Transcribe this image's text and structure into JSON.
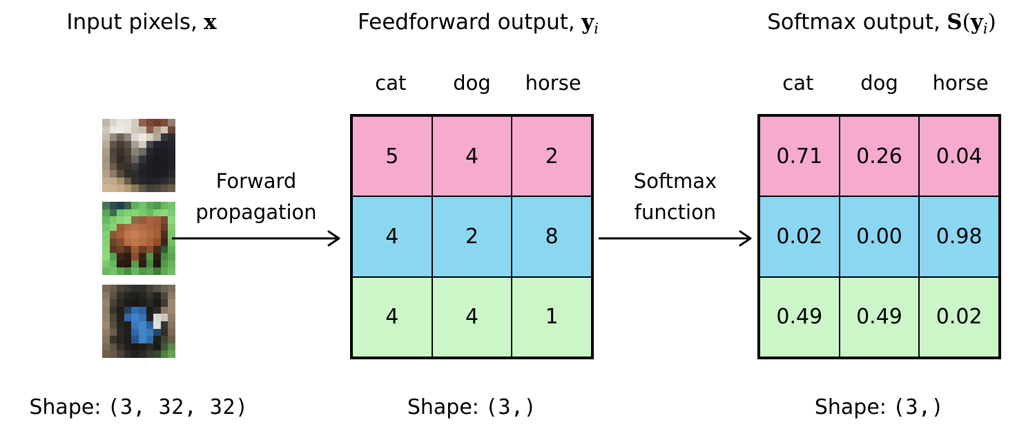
{
  "titles": {
    "input": {
      "prefix": "Input pixels,",
      "bold": "x"
    },
    "feedforward": {
      "prefix": "Feedforward output,",
      "bold": "y",
      "sub": "i"
    },
    "softmax": {
      "prefix": "Softmax output,",
      "bold_s": "S",
      "paren_open": "(",
      "bold_y": "y",
      "sub": "i",
      "paren_close": ")"
    }
  },
  "column_headers": [
    "cat",
    "dog",
    "horse"
  ],
  "arrows": {
    "forward": {
      "line1": "Forward",
      "line2": "propagation"
    },
    "softmax": {
      "line1": "Softmax",
      "line2": "function"
    }
  },
  "tables": {
    "feedforward": {
      "rows": [
        [
          "5",
          "4",
          "2"
        ],
        [
          "4",
          "2",
          "8"
        ],
        [
          "4",
          "4",
          "1"
        ]
      ]
    },
    "softmax": {
      "rows": [
        [
          "0.71",
          "0.26",
          "0.04"
        ],
        [
          "0.02",
          "0.00",
          "0.98"
        ],
        [
          "0.49",
          "0.49",
          "0.02"
        ]
      ]
    }
  },
  "colors": {
    "row1_pink": "#f6abce",
    "row2_blue": "#8bd7f2",
    "row3_green": "#ccf6c8",
    "line": "#000000"
  },
  "shape_labels": {
    "input": {
      "label": "Shape:",
      "tuple": "(3, 32, 32)"
    },
    "feedforward": {
      "label": "Shape:",
      "tuple": "(3,)"
    },
    "softmax": {
      "label": "Shape:",
      "tuple": "(3,)"
    }
  },
  "images": [
    {
      "name": "cat-input-image",
      "pixels": [
        [
          "#beb6a9",
          "#d9d5cc",
          "#e7e5de",
          "#e6e3db",
          "#d3ccc0",
          "#91604a",
          "#7b4734",
          "#6f3e2e",
          "#7e4b38",
          "#8e8173"
        ],
        [
          "#cdc7bd",
          "#e8e6e0",
          "#efece6",
          "#e7e3db",
          "#d2c8ba",
          "#c9bead",
          "#8a5a44",
          "#ab9c8a",
          "#d2c7b7",
          "#6e4733"
        ],
        [
          "#c4bbae",
          "#968c7c",
          "#6e6456",
          "#8f867c",
          "#dcd8d0",
          "#ece9e3",
          "#d5cec2",
          "#b3a694",
          "#35363b",
          "#2a2b31"
        ],
        [
          "#b7ab99",
          "#5f564a",
          "#453e35",
          "#5a5146",
          "#a69e92",
          "#d2ccc2",
          "#43444a",
          "#232429",
          "#1f2026",
          "#232430"
        ],
        [
          "#a99c88",
          "#4e463c",
          "#39332c",
          "#4d453c",
          "#8a8278",
          "#6e6a64",
          "#26272d",
          "#1d1e24",
          "#1c1d23",
          "#212229"
        ],
        [
          "#a39581",
          "#55493c",
          "#2f2a24",
          "#423b33",
          "#6b655c",
          "#32333a",
          "#1f2026",
          "#1b1c22",
          "#1b1c22",
          "#202128"
        ],
        [
          "#a8977f",
          "#6b5c4a",
          "#3a342c",
          "#35302a",
          "#3c3a38",
          "#25262c",
          "#1d1e24",
          "#1a1b21",
          "#1b1c22",
          "#212229"
        ],
        [
          "#b2a188",
          "#8d7b64",
          "#55493a",
          "#2e2a26",
          "#2b2c30",
          "#202127",
          "#1c1d23",
          "#1b1c22",
          "#1d1e24",
          "#272830"
        ],
        [
          "#c3ae92",
          "#c0aa8c",
          "#a8916f",
          "#6b5c48",
          "#32302e",
          "#242429",
          "#202126",
          "#232328",
          "#2b2a2e",
          "#3a372f"
        ],
        [
          "#cdb795",
          "#ccb491",
          "#c4ab85",
          "#b49a74",
          "#8d7a5c",
          "#5e5444",
          "#46413a",
          "#4a463c",
          "#5a5244",
          "#6b5f4b"
        ]
      ]
    },
    {
      "name": "horse-input-image",
      "pixels": [
        [
          "#4a7350",
          "#2f4f55",
          "#263f47",
          "#3d5e49",
          "#62b05e",
          "#6fc468",
          "#5aa857",
          "#4e9850",
          "#68b863",
          "#74c66b"
        ],
        [
          "#58a558",
          "#3d6b4e",
          "#72c46c",
          "#7dd072",
          "#82d573",
          "#78c96c",
          "#6bbb62",
          "#84d377",
          "#8ed97f",
          "#7ccb6f"
        ],
        [
          "#66bb62",
          "#7ccd6f",
          "#8ad97a",
          "#96e084",
          "#8a6a4e",
          "#9a5a36",
          "#aa6440",
          "#a25c3a",
          "#7a4830",
          "#8ed97f"
        ],
        [
          "#74c76a",
          "#86d476",
          "#9b5c38",
          "#b06a42",
          "#b8714a",
          "#b26c44",
          "#aa6440",
          "#9c5c3a",
          "#6b3f28",
          "#82cd72"
        ],
        [
          "#7ecf70",
          "#8a5a3a",
          "#a86038",
          "#c07a50",
          "#c68054",
          "#bc7448",
          "#b26a40",
          "#a66036",
          "#4e2e1e",
          "#76c86c"
        ],
        [
          "#84d275",
          "#6e452c",
          "#8a4e2e",
          "#b86e44",
          "#c07649",
          "#b87046",
          "#ac6238",
          "#964f2c",
          "#3f2517",
          "#6fbf63"
        ],
        [
          "#8ad678",
          "#5a3a26",
          "#6b3f28",
          "#4e2e1e",
          "#a05c36",
          "#6b3f28",
          "#8a4e2e",
          "#42281a",
          "#355a35",
          "#62b058"
        ],
        [
          "#90da7c",
          "#58a04e",
          "#3a2417",
          "#2e1c12",
          "#8a4e2e",
          "#3a2416",
          "#52964a",
          "#2e1c12",
          "#478e42",
          "#5aa552"
        ],
        [
          "#7cc96e",
          "#68b65e",
          "#2b1a10",
          "#241610",
          "#5a9a50",
          "#2e1c12",
          "#448a40",
          "#241610",
          "#549a4c",
          "#66b45c"
        ],
        [
          "#6ab861",
          "#74c168",
          "#5ca654",
          "#478e44",
          "#68b65e",
          "#52964a",
          "#5ca052",
          "#3f7e3c",
          "#60a856",
          "#70bc64"
        ]
      ]
    },
    {
      "name": "dog-input-image",
      "pixels": [
        [
          "#7a6a56",
          "#6b5c4a",
          "#4a4238",
          "#3a3a34",
          "#2e2e2a",
          "#303028",
          "#424038",
          "#565048",
          "#6b6456",
          "#7c6f5c"
        ],
        [
          "#8a7a64",
          "#5f5444",
          "#35302a",
          "#26241f",
          "#1f1e1b",
          "#242420",
          "#36342c",
          "#23221e",
          "#4e4840",
          "#8a7c66"
        ],
        [
          "#96846c",
          "#4a4236",
          "#2b2824",
          "#1d1c18",
          "#191815",
          "#1f1e1a",
          "#2a2926",
          "#1b1a17",
          "#3f3a32",
          "#9a8a70"
        ],
        [
          "#8f7e66",
          "#3a342c",
          "#201f1b",
          "#26405c",
          "#2e6eb0",
          "#2a62a0",
          "#1d1c18",
          "#2a2a28",
          "#8a7a62",
          "#9a8870"
        ],
        [
          "#94826a",
          "#4e4638",
          "#232220",
          "#2f6cab",
          "#3f83c8",
          "#3573b2",
          "#202020",
          "#d8d8d4",
          "#c8c8c2",
          "#8f7d64"
        ],
        [
          "#9a8870",
          "#5a5040",
          "#262522",
          "#1e1d1a",
          "#3a7ab8",
          "#4287c8",
          "#2a62a0",
          "#e0e0da",
          "#35342e",
          "#84745e"
        ],
        [
          "#8f7d64",
          "#6b5f4c",
          "#2b2a26",
          "#202019",
          "#2e6aa8",
          "#4186c6",
          "#3a7ab8",
          "#24466e",
          "#2e2d28",
          "#7a6a54"
        ],
        [
          "#84745c",
          "#3a342c",
          "#262522",
          "#1d1c18",
          "#2a5488",
          "#3f83c8",
          "#2e6aa8",
          "#1f1e1a",
          "#3a4a32",
          "#6b5c48"
        ],
        [
          "#7a6a54",
          "#5f5444",
          "#35302a",
          "#211f1c",
          "#191815",
          "#1e1d1a",
          "#2b2a26",
          "#1b1a17",
          "#42573a",
          "#5a8a4a"
        ],
        [
          "#6e6048",
          "#66594a",
          "#4a4238",
          "#302c26",
          "#232220",
          "#2b2a24",
          "#3a3830",
          "#35472e",
          "#4e7e42",
          "#62a452"
        ]
      ]
    }
  ]
}
